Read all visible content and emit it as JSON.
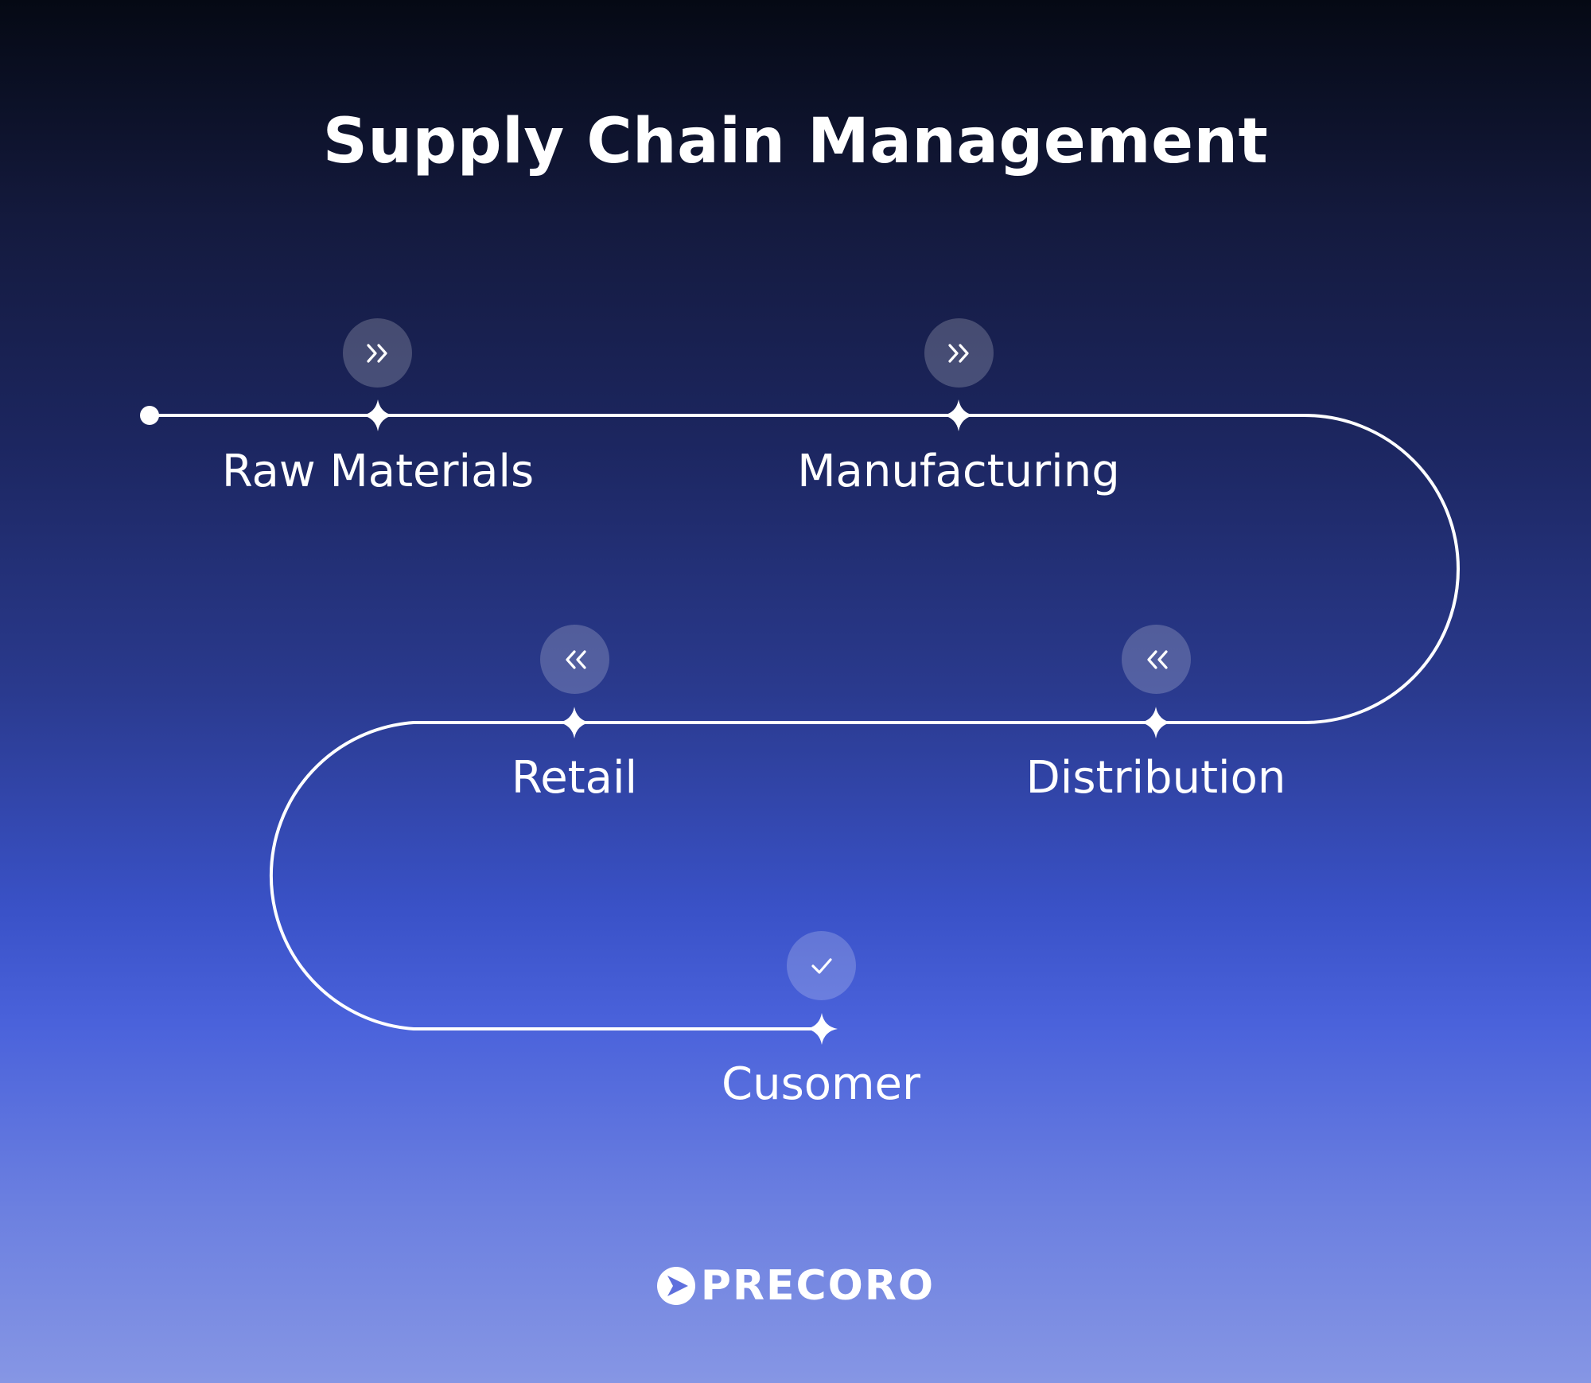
{
  "title": "Supply Chain Management",
  "stages": [
    {
      "label": "Raw Materials",
      "icon": "chevrons-right-icon"
    },
    {
      "label": "Manufacturing",
      "icon": "chevrons-right-icon"
    },
    {
      "label": "Distribution",
      "icon": "chevrons-left-icon"
    },
    {
      "label": "Retail",
      "icon": "chevrons-left-icon"
    },
    {
      "label": "Cusomer",
      "icon": "check-icon"
    }
  ],
  "brand": {
    "name": "PRECORO",
    "icon": "precoro-logo-icon"
  },
  "colors": {
    "line": "#ffffff",
    "badge": "rgba(255,255,255,0.2)",
    "background_top": "#050914",
    "background_bottom": "#8696e4"
  }
}
